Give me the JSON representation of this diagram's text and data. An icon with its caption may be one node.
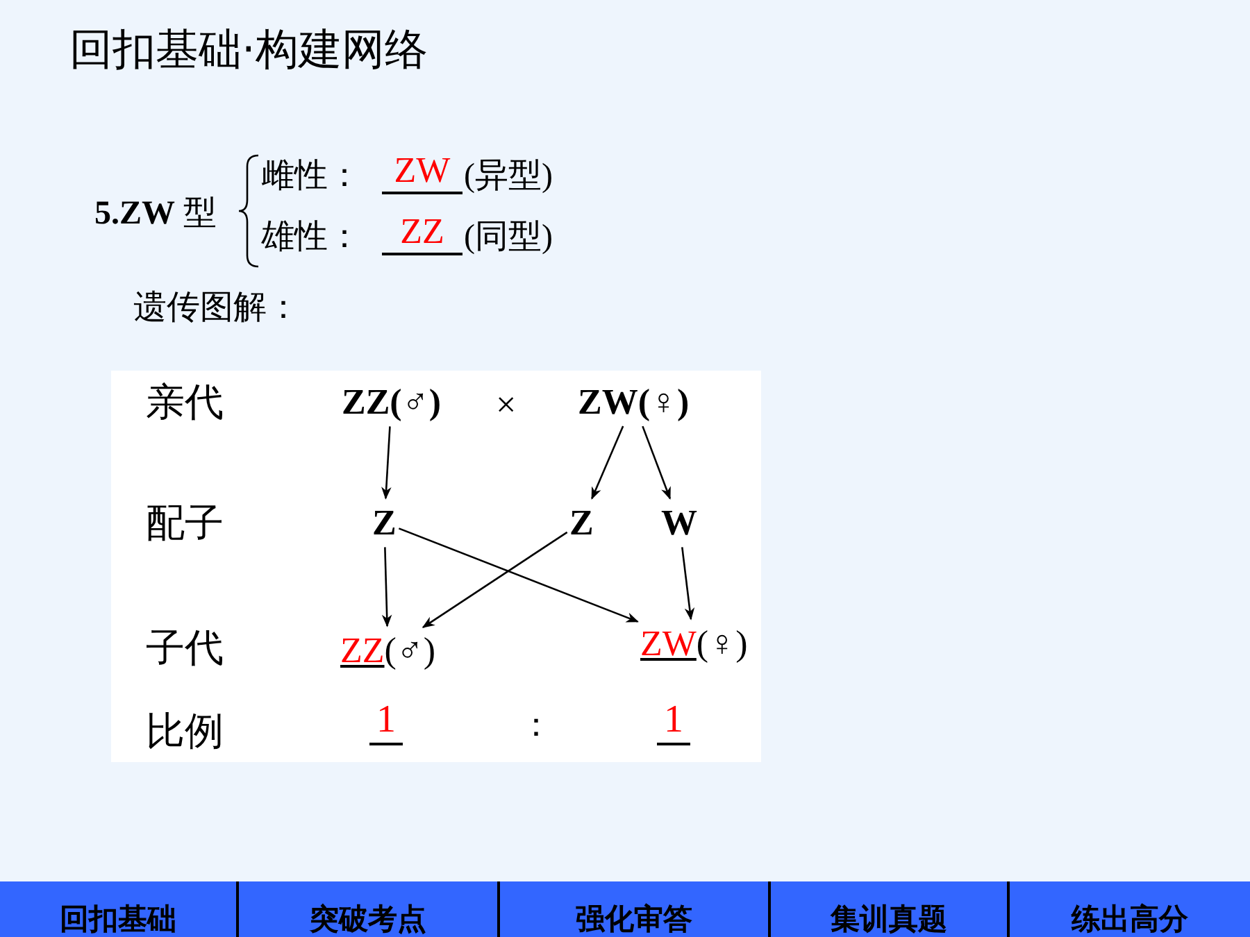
{
  "diagram": {
    "title": "回扣基础·构建网络",
    "nodes": [
      {
        "text": [
          "ZZ(♂)"
        ]
      },
      {
        "text": [
          "ZW(♀)"
        ]
      },
      {
        "text": [
          "Z"
        ]
      },
      {
        "text": [
          "Z"
        ]
      },
      {
        "text": [
          "W"
        ]
      },
      {
        "text": [
          "ZZ",
          "(♂)"
        ]
      },
      {
        "text": [
          "ZW",
          "(♀)"
        ]
      },
      {
        "text": [
          "回扣基础"
        ]
      },
      {
        "text": [
          "突破考点"
        ]
      },
      {
        "text": [
          "强化审答"
        ]
      },
      {
        "text": [
          "集训真题"
        ]
      },
      {
        "text": [
          "练出高分"
        ]
      }
    ],
    "edges": [
      {
        "from": 0,
        "to": 2,
        "arrow": "to"
      },
      {
        "from": 1,
        "to": 3,
        "arrow": "to"
      },
      {
        "from": 1,
        "to": 4,
        "arrow": "to"
      },
      {
        "from": 2,
        "to": 5,
        "arrow": "to"
      },
      {
        "from": 2,
        "to": 6,
        "arrow": "to"
      },
      {
        "from": 3,
        "to": 5,
        "arrow": "to"
      },
      {
        "from": 4,
        "to": 6,
        "arrow": "to"
      }
    ],
    "labels": [
      "**5.ZW** 型",
      "雌性：",
      "ZW",
      "(异型)",
      "雄性：",
      "ZZ",
      "(同型)",
      "遗传图解：",
      "亲代",
      "×",
      "配子",
      "子代",
      "比例",
      "1",
      "：",
      "1"
    ]
  }
}
